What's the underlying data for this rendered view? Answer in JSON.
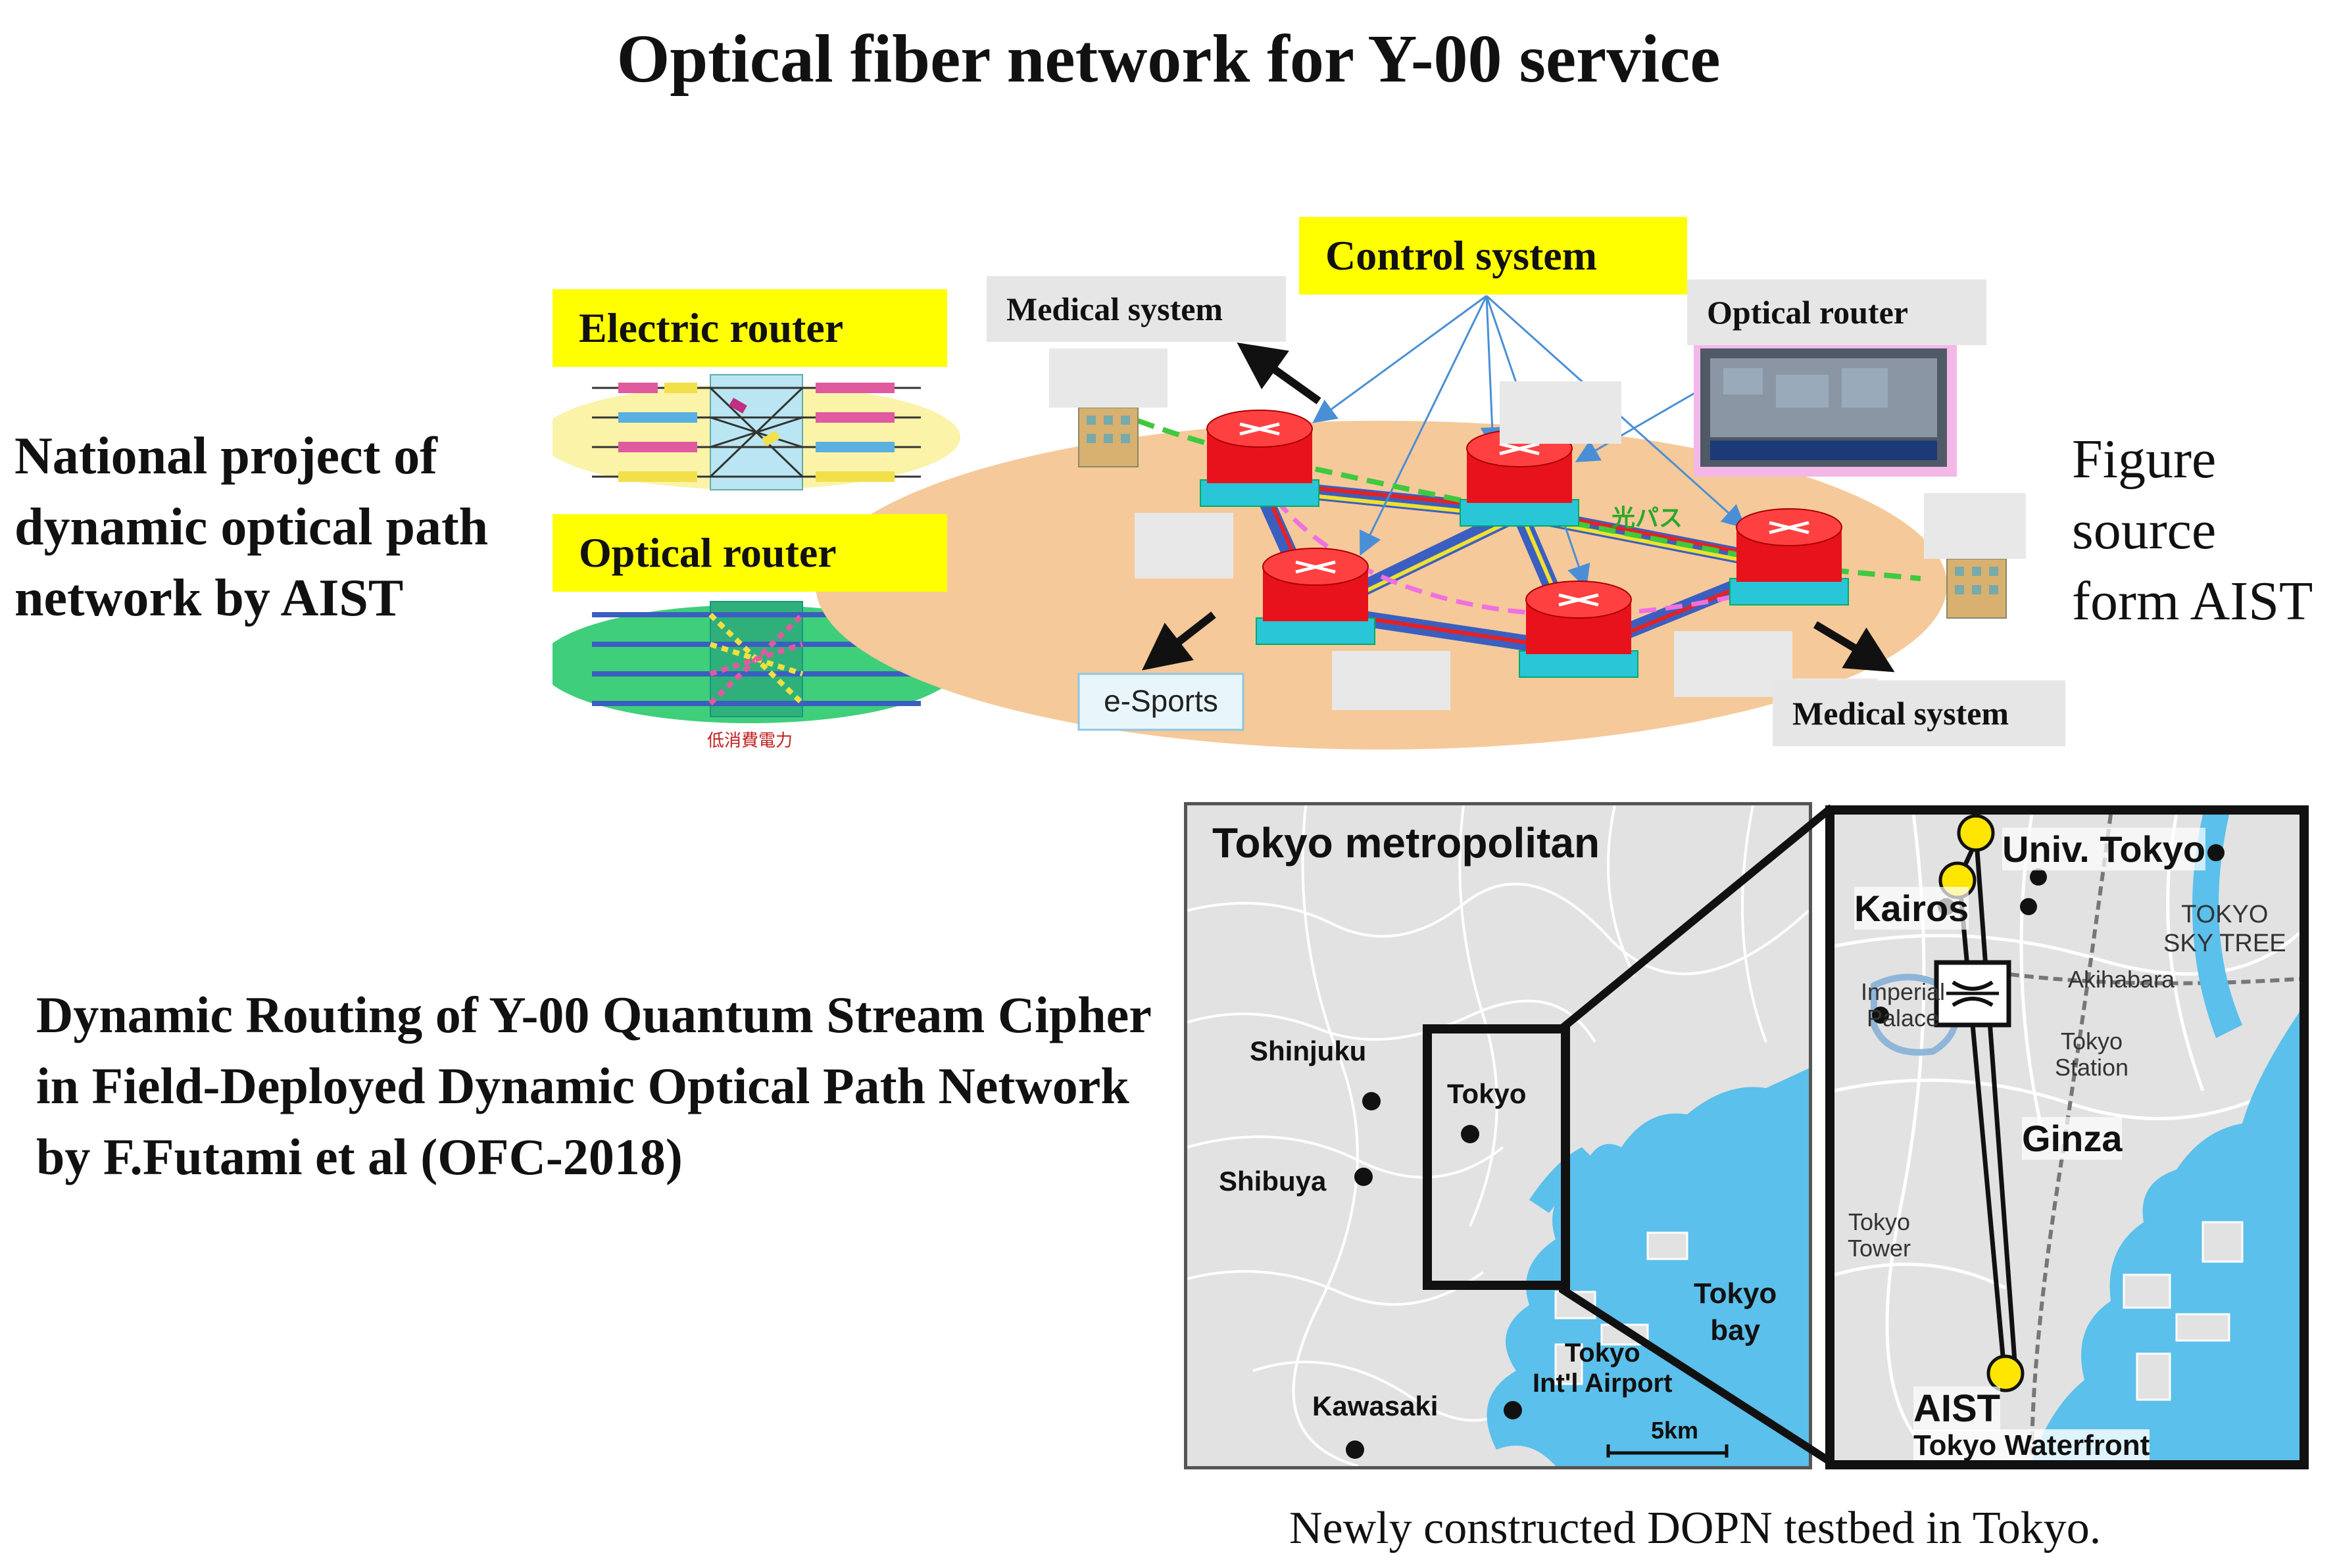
{
  "title": "Optical fiber network for Y-00 service",
  "left_text_1": "National project of dynamic optical path network by AIST",
  "left_text_2": "Dynamic Routing of Y-00 Quantum Stream Cipher in Field-Deployed Dynamic Optical Path Network by F.Futami et al (OFC-2018)",
  "figure_source": "Figure source form AIST",
  "caption": "Newly constructed DOPN  testbed in Tokyo.",
  "top_diagram": {
    "electric_router": "Electric  router",
    "optical_router_left": "Optical router",
    "low_power": "低消費電力",
    "control_system": "Control  system",
    "medical_system_top": "Medical system",
    "optical_router_right": "Optical router",
    "light_path": "光パス",
    "e_sports": "e-Sports",
    "medical_system_bottom": "Medical system"
  },
  "map": {
    "left_title": "Tokyo metropolitan",
    "shinjuku": "Shinjuku",
    "shibuya": "Shibuya",
    "tokyo": "Tokyo",
    "tokyo_bay_1": "Tokyo",
    "tokyo_bay_2": "bay",
    "airport_1": "Tokyo",
    "airport_2": "Int'l Airport",
    "kawasaki": "Kawasaki",
    "scale": "5km",
    "univ_tokyo": "Univ. Tokyo",
    "kairos": "Kairos",
    "skytree_1": "TOKYO",
    "skytree_2": "SKY TREE",
    "akihabara": "Akihabara",
    "imperial_1": "Imperial",
    "imperial_2": "Palace",
    "tokyo_station_1": "Tokyo",
    "tokyo_station_2": "Station",
    "ginza": "Ginza",
    "tokyo_tower_1": "Tokyo",
    "tokyo_tower_2": "Tower",
    "aist": "AIST",
    "waterfront": "Tokyo Waterfront"
  },
  "colors": {
    "yellow_label": "#ffff00",
    "router_red": "#e8121c",
    "router_base": "#29c6d8",
    "ellipse": "#f6c99a",
    "water": "#5bc0eb",
    "marker_yellow": "#ffe600"
  }
}
